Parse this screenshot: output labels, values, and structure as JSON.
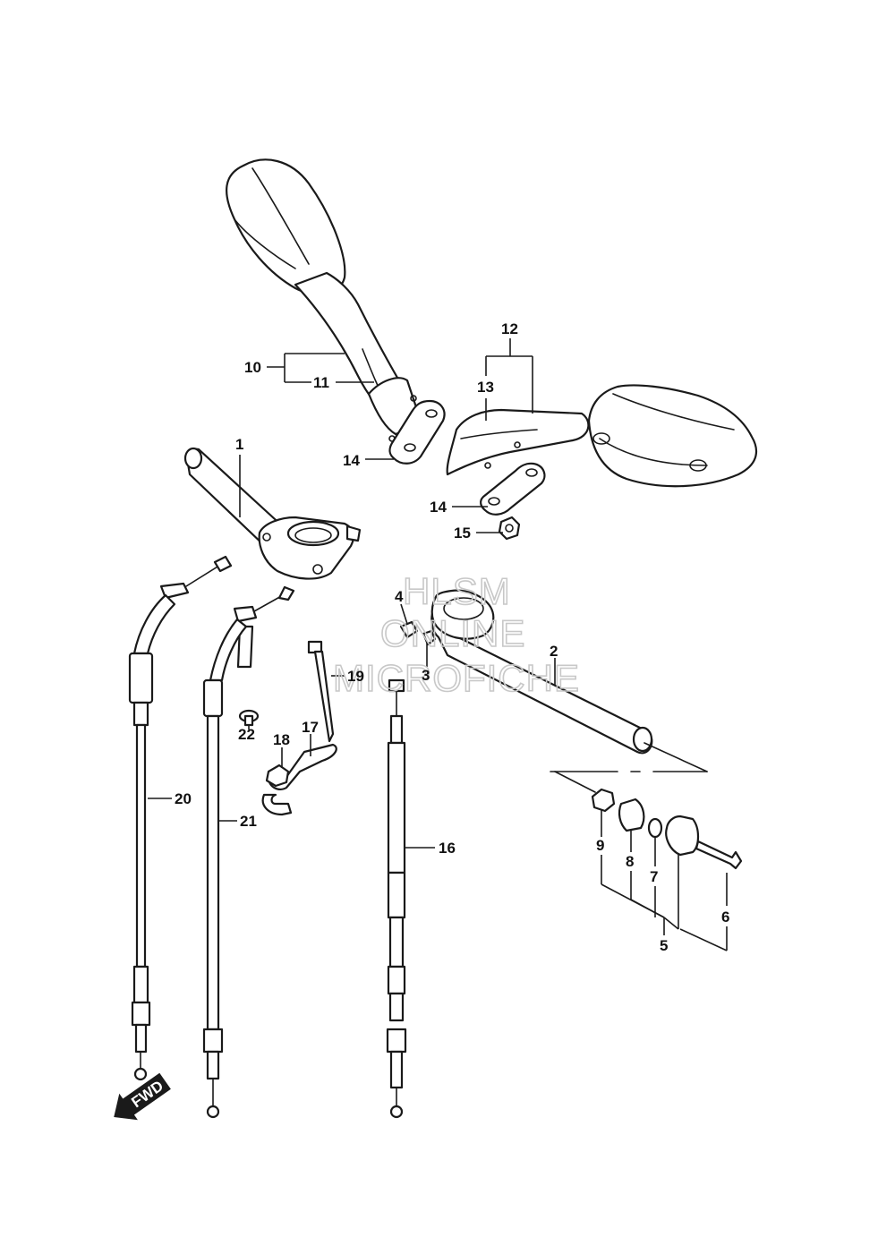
{
  "labels": {
    "p1": "1",
    "p2": "2",
    "p3": "3",
    "p4": "4",
    "p5": "5",
    "p6": "6",
    "p7": "7",
    "p8": "8",
    "p9": "9",
    "p10": "10",
    "p11": "11",
    "p12": "12",
    "p13": "13",
    "p14a": "14",
    "p14b": "14",
    "p15": "15",
    "p16": "16",
    "p17": "17",
    "p18": "18",
    "p19": "19",
    "p20": "20",
    "p21": "21",
    "p22": "22"
  },
  "watermark": {
    "line1": "HLSM",
    "line2": "ONLINE",
    "line3": "MICROFICHE"
  },
  "fwd_arrow": {
    "text": "FWD"
  }
}
